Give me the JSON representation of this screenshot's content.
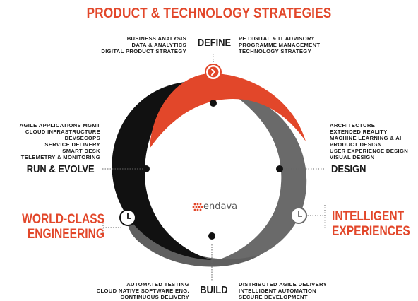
{
  "title": "PRODUCT & TECHNOLOGY STRATEGIES",
  "stages": {
    "define": "DEFINE",
    "design": "DESIGN",
    "build": "BUILD",
    "run_evolve": "RUN & EVOLVE"
  },
  "outcomes": {
    "intelligent_line1": "INTELLIGENT",
    "intelligent_line2": "EXPERIENCES",
    "engineering_line1": "WORLD-CLASS",
    "engineering_line2": "ENGINEERING"
  },
  "lists": {
    "define_left": [
      "BUSINESS ANALYSIS",
      "DATA & ANALYTICS",
      "DIGITAL PRODUCT STRATEGY"
    ],
    "define_right": [
      "PE DIGITAL & IT ADVISORY",
      "PROGRAMME MANAGEMENT",
      "TECHNOLOGY STRATEGY"
    ],
    "design": [
      "ARCHITECTURE",
      "EXTENDED REALITY",
      "MACHINE LEARNING & AI",
      "PRODUCT DESIGN",
      "USER EXPERIENCE DESIGN",
      "VISUAL DESIGN"
    ],
    "run_evolve": [
      "AGILE APPLICATIONS MGMT",
      "CLOUD INFRASTRUCTURE",
      "DEVSECOPS",
      "SERVICE DELIVERY",
      "SMART DESK",
      "TELEMETRY & MONITORING"
    ],
    "build_left": [
      "AUTOMATED TESTING",
      "CLOUD NATIVE SOFTWARE ENG.",
      "CONTINUOUS DELIVERY"
    ],
    "build_right": [
      "DISTRIBUTED AGILE DELIVERY",
      "INTELLIGENT AUTOMATION",
      "SECURE DEVELOPMENT"
    ]
  },
  "logo": "endava",
  "colors": {
    "accent": "#e2472a",
    "black": "#111111",
    "grey": "#6a6a6a",
    "text": "#1a1a1a"
  },
  "icons": {
    "define": "chevron-right-icon",
    "intelligent": "clock-icon",
    "engineering": "clock-icon"
  }
}
